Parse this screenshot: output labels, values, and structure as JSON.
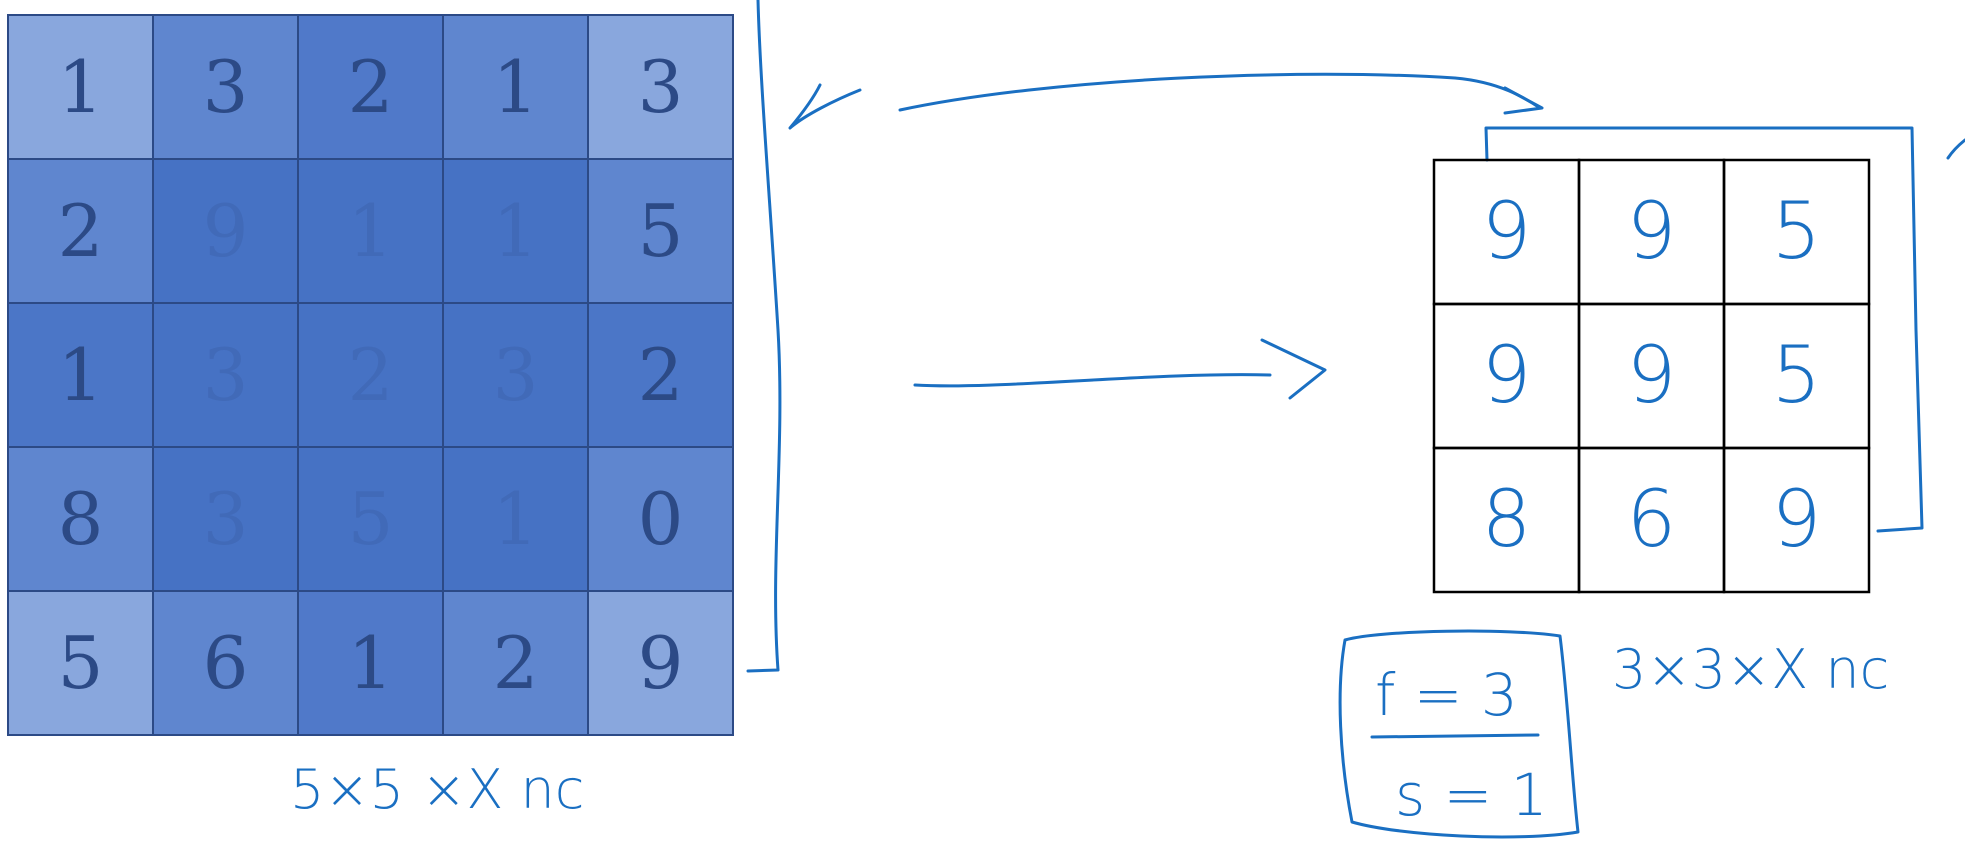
{
  "input_matrix": {
    "rows": [
      [
        1,
        3,
        2,
        1,
        3
      ],
      [
        2,
        9,
        1,
        1,
        5
      ],
      [
        1,
        3,
        2,
        3,
        2
      ],
      [
        8,
        3,
        5,
        1,
        0
      ],
      [
        5,
        6,
        1,
        2,
        9
      ]
    ],
    "shades": [
      [
        "#89a7dd",
        "#5f86cf",
        "#5079c9",
        "#5f86cf",
        "#89a7dd"
      ],
      [
        "#5f86cf",
        "#4672c4",
        "#4672c4",
        "#4672c4",
        "#5f86cf"
      ],
      [
        "#4b76c7",
        "#4672c4",
        "#4672c4",
        "#4672c4",
        "#4b76c7"
      ],
      [
        "#5f86cf",
        "#4672c4",
        "#4672c4",
        "#4672c4",
        "#5f86cf"
      ],
      [
        "#89a7dd",
        "#5f86cf",
        "#5079c9",
        "#5f86cf",
        "#89a7dd"
      ]
    ],
    "number_color": "#2c4a86",
    "dim_label": "5×5 ×X nc"
  },
  "output_matrix": {
    "rows": [
      [
        "9",
        "9",
        "5"
      ],
      [
        "9",
        "9",
        "5"
      ],
      [
        "8",
        "6",
        "9"
      ]
    ],
    "dim_label": "3×3×X nc"
  },
  "hyperparams": {
    "filter": "f = 3",
    "stride": "s = 1"
  },
  "colors": {
    "ink": "#1a6fc2",
    "grid_line": "#2c4a86",
    "output_border": "#000000"
  }
}
